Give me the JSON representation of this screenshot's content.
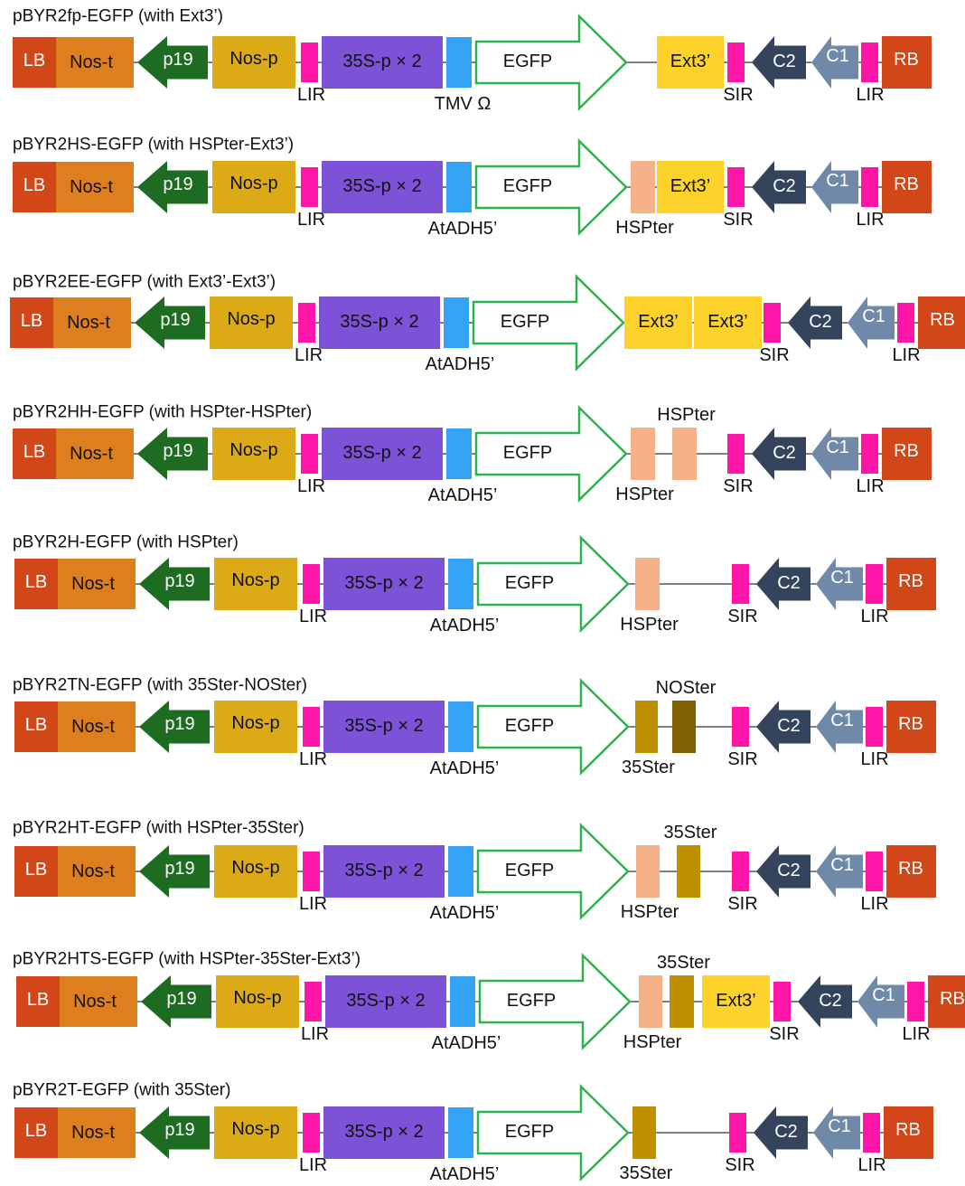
{
  "colors": {
    "LB": "#d24718",
    "Nos-t": "#dd7f1e",
    "p19": "#1e6b22",
    "Nos-p": "#ddaa17",
    "LIR": "#ff16a8",
    "SIR": "#ff16a8",
    "35S-p": "#7c52d6",
    "utr": "#34a3f4",
    "EGFP": "#2fb24d",
    "Ext3": "#fdd22b",
    "HSPter": "#f5b188",
    "35Ster": "#c08f00",
    "NOSter": "#7f6000",
    "C2": "#34445c",
    "C1": "#7089a8",
    "RB": "#d24718"
  },
  "icons": {
    "p19": "left-arrow-block",
    "EGFP": "right-arrow-outline",
    "C2": "left-arrow-block",
    "C1": "left-arrow-block"
  },
  "constructs": [
    {
      "title": "pBYR2fp-EGFP (with Ext3’)",
      "parts": [
        "LB",
        "Nos-t",
        "p19",
        "Nos-p",
        "LIR",
        "35S-p × 2",
        "TMV Ω",
        "EGFP",
        "Ext3’",
        "SIR",
        "C2",
        "C1",
        "LIR",
        "RB"
      ]
    },
    {
      "title": "pBYR2HS-EGFP (with HSPter-Ext3’)",
      "parts": [
        "LB",
        "Nos-t",
        "p19",
        "Nos-p",
        "LIR",
        "35S-p × 2",
        "AtADH5’",
        "EGFP",
        "HSPter",
        "Ext3’",
        "SIR",
        "C2",
        "C1",
        "LIR",
        "RB"
      ]
    },
    {
      "title": "pBYR2EE-EGFP (with Ext3’-Ext3’)",
      "parts": [
        "LB",
        "Nos-t",
        "p19",
        "Nos-p",
        "LIR",
        "35S-p × 2",
        "AtADH5’",
        "EGFP",
        "Ext3’",
        "Ext3’",
        "SIR",
        "C2",
        "C1",
        "LIR",
        "RB"
      ]
    },
    {
      "title": "pBYR2HH-EGFP (with HSPter-HSPter)",
      "parts": [
        "LB",
        "Nos-t",
        "p19",
        "Nos-p",
        "LIR",
        "35S-p × 2",
        "AtADH5’",
        "EGFP",
        "HSPter",
        "HSPter",
        "SIR",
        "C2",
        "C1",
        "LIR",
        "RB"
      ]
    },
    {
      "title": "pBYR2H-EGFP (with HSPter)",
      "parts": [
        "LB",
        "Nos-t",
        "p19",
        "Nos-p",
        "LIR",
        "35S-p × 2",
        "AtADH5’",
        "EGFP",
        "HSPter",
        "SIR",
        "C2",
        "C1",
        "LIR",
        "RB"
      ]
    },
    {
      "title": "pBYR2TN-EGFP (with 35Ster-NOSter)",
      "parts": [
        "LB",
        "Nos-t",
        "p19",
        "Nos-p",
        "LIR",
        "35S-p × 2",
        "AtADH5’",
        "EGFP",
        "35Ster",
        "NOSter",
        "SIR",
        "C2",
        "C1",
        "LIR",
        "RB"
      ]
    },
    {
      "title": "pBYR2HT-EGFP (with HSPter-35Ster)",
      "parts": [
        "LB",
        "Nos-t",
        "p19",
        "Nos-p",
        "LIR",
        "35S-p × 2",
        "AtADH5’",
        "EGFP",
        "HSPter",
        "35Ster",
        "SIR",
        "C2",
        "C1",
        "LIR",
        "RB"
      ]
    },
    {
      "title": "pBYR2HTS-EGFP (with HSPter-35Ster-Ext3’)",
      "parts": [
        "LB",
        "Nos-t",
        "p19",
        "Nos-p",
        "LIR",
        "35S-p × 2",
        "AtADH5’",
        "EGFP",
        "HSPter",
        "35Ster",
        "Ext3’",
        "SIR",
        "C2",
        "C1",
        "LIR",
        "RB"
      ]
    },
    {
      "title": "pBYR2T-EGFP (with 35Ster)",
      "parts": [
        "LB",
        "Nos-t",
        "p19",
        "Nos-p",
        "LIR",
        "35S-p × 2",
        "AtADH5’",
        "EGFP",
        "35Ster",
        "SIR",
        "C2",
        "C1",
        "LIR",
        "RB"
      ]
    }
  ]
}
